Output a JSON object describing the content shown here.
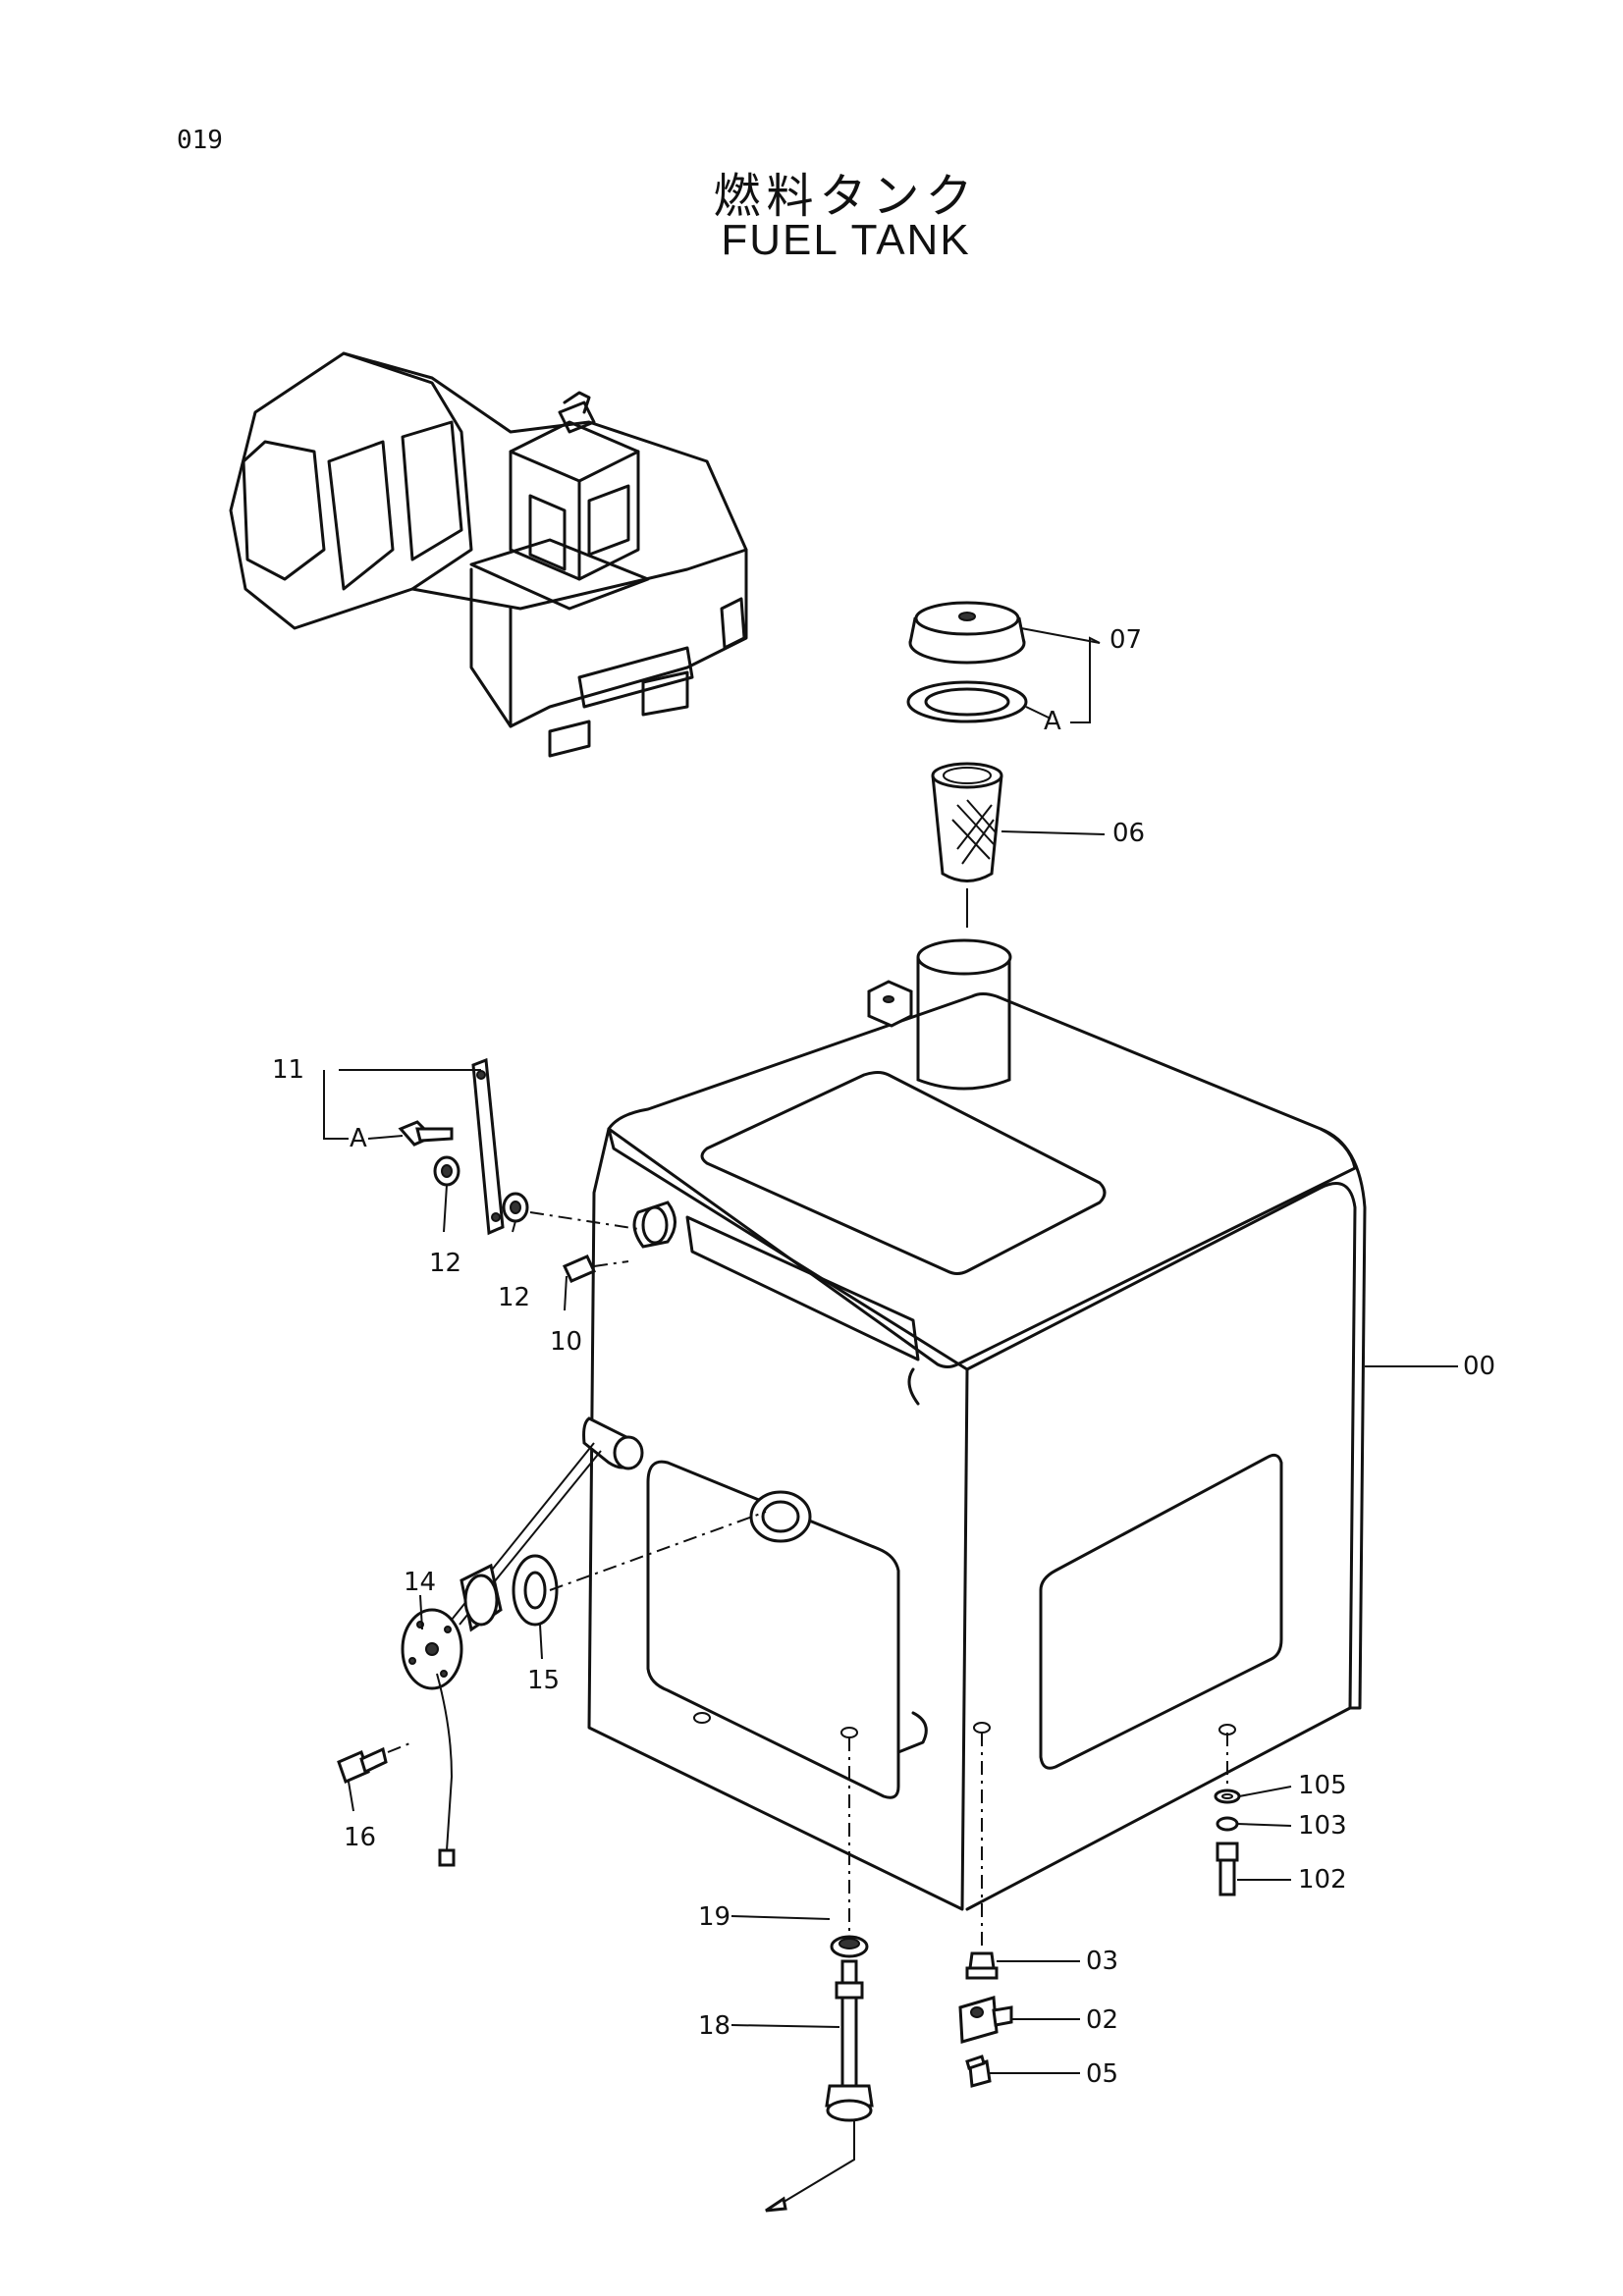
{
  "page_number": "019",
  "title_ja": "燃料タンク",
  "title_en": "FUEL TANK",
  "callouts": {
    "p00": "00",
    "p02": "02",
    "p03": "03",
    "p05": "05",
    "p06": "06",
    "p07": "07",
    "p10": "10",
    "p11": "11",
    "p12a": "12",
    "p12b": "12",
    "p14": "14",
    "p15": "15",
    "p16": "16",
    "p18": "18",
    "p19": "19",
    "p102": "102",
    "p103": "103",
    "p105": "105",
    "kit_a1": "A",
    "kit_a2": "A"
  }
}
